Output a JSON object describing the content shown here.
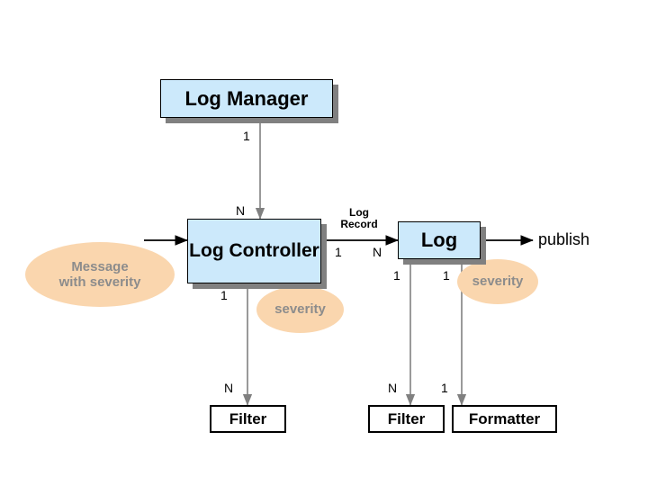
{
  "diagram": {
    "title_text": "",
    "background": "#ffffff",
    "colors": {
      "class_fill": "#cce9fb",
      "class_border": "#000000",
      "class_shadow": "#808080",
      "ellipse_fill": "#fad6ae",
      "ellipse_text": "#8c8c8c",
      "wire_gray": "#808080",
      "wire_black": "#000000"
    },
    "class_boxes": [
      {
        "id": "log-manager",
        "label": "Log Manager"
      },
      {
        "id": "log-controller",
        "label": "Log Controller"
      },
      {
        "id": "log",
        "label": "Log"
      }
    ],
    "plain_boxes": [
      {
        "id": "filter-left",
        "label": "Filter"
      },
      {
        "id": "filter-right",
        "label": "Filter"
      },
      {
        "id": "formatter",
        "label": "Formatter"
      }
    ],
    "ellipses": [
      {
        "id": "message-with-severity",
        "line1": "Message",
        "line2": "with severity"
      },
      {
        "id": "severity-controller",
        "line1": "severity",
        "line2": ""
      },
      {
        "id": "severity-log",
        "line1": "severity",
        "line2": ""
      }
    ],
    "edge_labels": [
      {
        "id": "log-record",
        "line1": "Log",
        "line2": "Record"
      },
      {
        "id": "publish",
        "text": "publish"
      }
    ],
    "multiplicities": [
      {
        "id": "mgr-to-ctrl-one",
        "value": "1"
      },
      {
        "id": "mgr-to-ctrl-many",
        "value": "N"
      },
      {
        "id": "ctrl-to-log-one",
        "value": "1"
      },
      {
        "id": "ctrl-to-log-many",
        "value": "N"
      },
      {
        "id": "ctrl-to-filter-one",
        "value": "1"
      },
      {
        "id": "ctrl-to-filter-many",
        "value": "N"
      },
      {
        "id": "log-to-filter-one",
        "value": "1"
      },
      {
        "id": "log-to-filter-many",
        "value": "N"
      },
      {
        "id": "log-to-formatter-one",
        "value": "1"
      },
      {
        "id": "log-to-formatter-one2",
        "value": "1"
      }
    ]
  }
}
